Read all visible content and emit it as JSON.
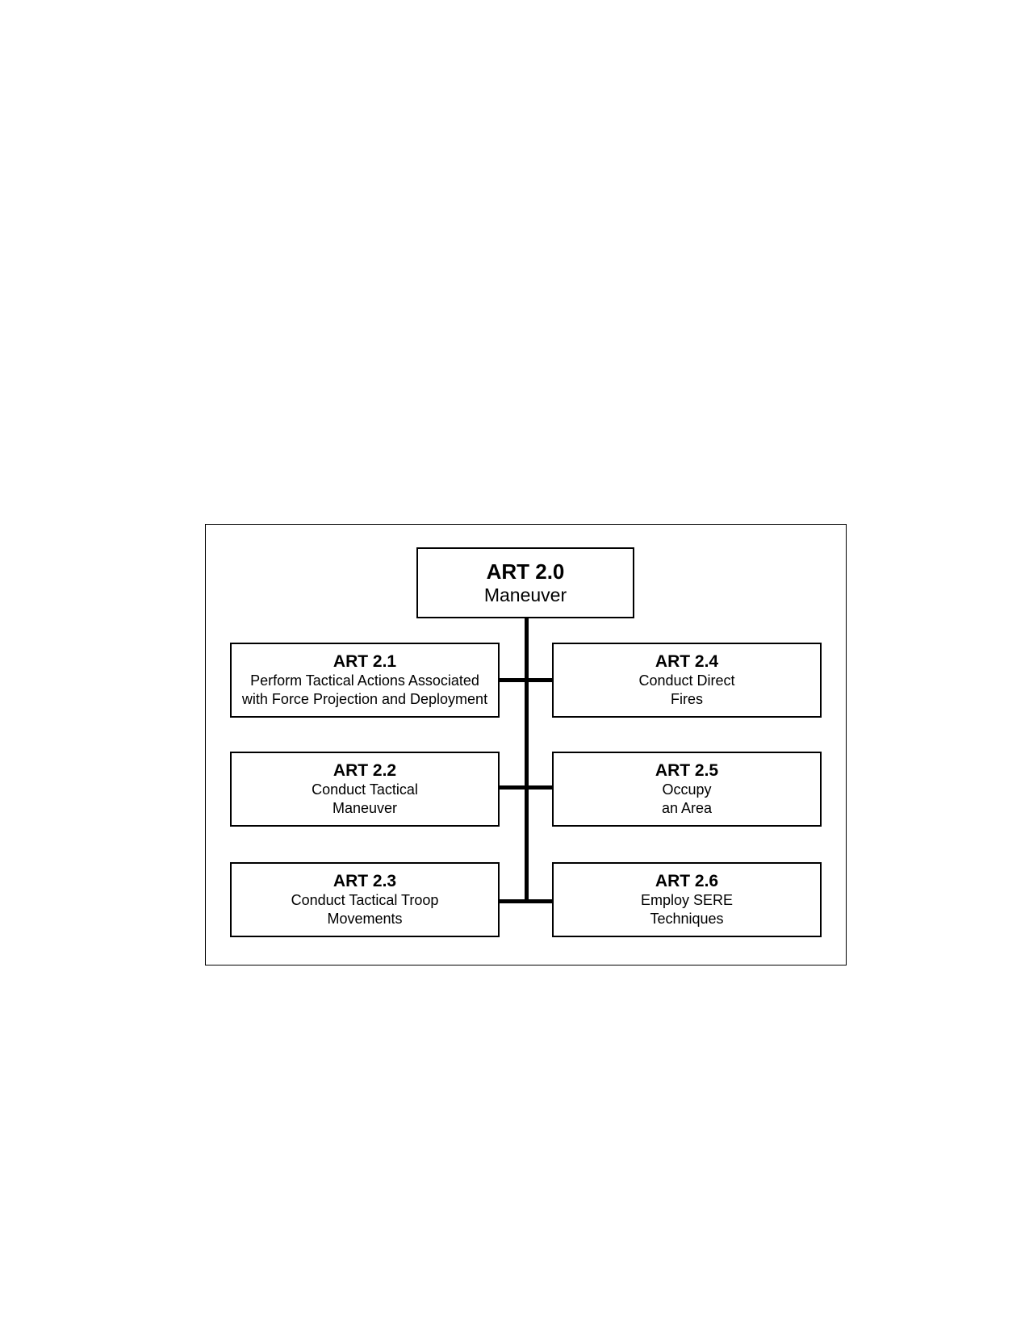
{
  "diagram": {
    "root": {
      "code": "ART 2.0",
      "label": "Maneuver"
    },
    "children": [
      {
        "code": "ART 2.1",
        "lines": [
          "Perform Tactical Actions Associated",
          "with Force Projection and Deployment"
        ]
      },
      {
        "code": "ART 2.2",
        "lines": [
          "Conduct Tactical",
          "Maneuver"
        ]
      },
      {
        "code": "ART 2.3",
        "lines": [
          "Conduct Tactical Troop",
          "Movements"
        ]
      },
      {
        "code": "ART 2.4",
        "lines": [
          "Conduct Direct",
          "Fires"
        ]
      },
      {
        "code": "ART 2.5",
        "lines": [
          "Occupy",
          "an Area"
        ]
      },
      {
        "code": "ART 2.6",
        "lines": [
          "Employ SERE",
          "Techniques"
        ]
      }
    ]
  }
}
